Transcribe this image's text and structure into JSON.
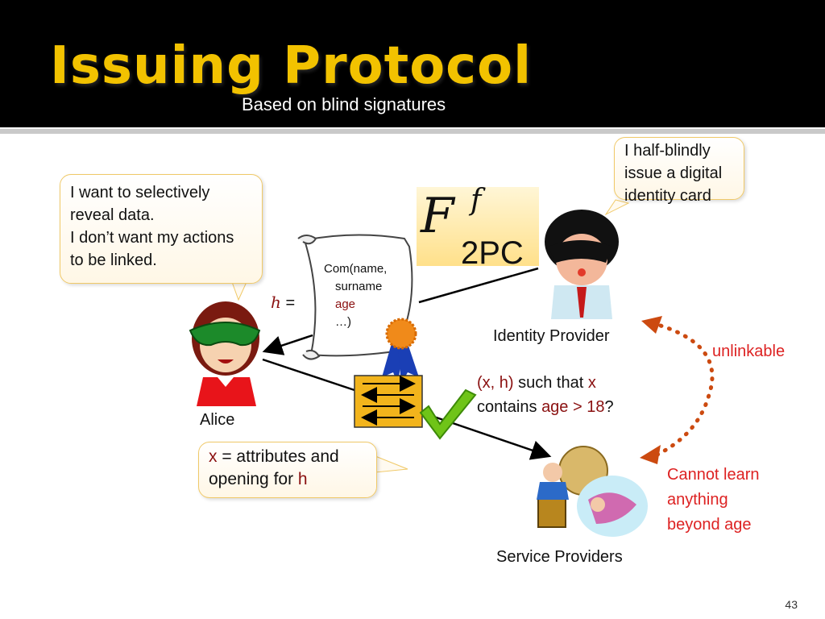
{
  "header": {
    "title": "Issuing Protocol",
    "subtitle": "Based on blind signatures"
  },
  "callouts": {
    "alice_lines": [
      "I want to selectively",
      "reveal data.",
      "I don’t want my actions",
      "to be linked."
    ],
    "provider_lines": [
      "I half-blindly",
      "issue a digital",
      "identity card"
    ],
    "x_prefix": "x",
    "x_mid": " = attributes and",
    "x_line2_prefix": "opening for ",
    "x_h": "h"
  },
  "functionality": {
    "symbol": "F",
    "superscript": "f",
    "subscript": "2PC"
  },
  "commitment": {
    "h_label": "h",
    "equals": " =",
    "line1": "Com(name,",
    "line2": "surname",
    "line3": "age",
    "line4": "…)"
  },
  "actors": {
    "alice": "Alice",
    "identity_provider": "Identity Provider",
    "service_providers": "Service Providers"
  },
  "proof": {
    "part1": "(x, h)",
    "part2": " such that ",
    "part3": "x",
    "line2_a": "contains ",
    "line2_b": "age > 18",
    "line2_c": "?"
  },
  "annotations": {
    "unlinkable": "unlinkable",
    "cannot_learn": [
      "Cannot learn",
      "anything",
      "beyond age"
    ]
  },
  "page_number": "43",
  "colors": {
    "title": "#f2c200",
    "header_bg": "#000000",
    "accent_red": "#d22222",
    "arrow_orange": "#cc4a10"
  }
}
